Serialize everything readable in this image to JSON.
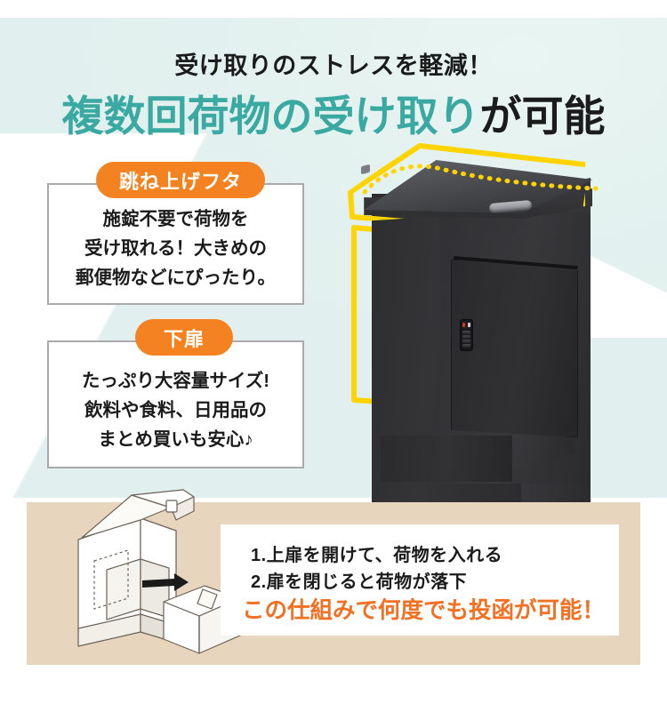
{
  "page": {
    "background_color": "#ffffff",
    "mint_background": "#e4f2f0",
    "beige_panel_color": "#e8d5bd"
  },
  "header": {
    "subheading": "受け取りのストレスを軽減！",
    "heading_highlight": "複数回荷物の受け取り",
    "heading_tail": "が可能",
    "highlight_color": "#3aa9a1",
    "tail_color": "#1b1b1b"
  },
  "features": [
    {
      "badge": "跳ね上げフタ",
      "badge_color": "#f58220",
      "lines": [
        "施錠不要で荷物を",
        "受け取れる！大きめの",
        "郵便物などにぴったり。"
      ]
    },
    {
      "badge": "下扉",
      "badge_color": "#f58220",
      "lines": [
        "たっぷり大容量サイズ!",
        "飲料や食料、日用品の",
        "まとめ買いも安心♪"
      ]
    }
  ],
  "product": {
    "name": "黒い宅配ボックス",
    "highlight_color": "#ffd400",
    "highlights": [
      "跳ね上げフタ",
      "下扉"
    ],
    "lock": "ダイヤル錠"
  },
  "instructions": {
    "steps": [
      "1.上扉を開けて、荷物を入れる",
      "2.扉を閉じると荷物が落下"
    ],
    "tagline": "この仕組みで何度でも投函が可能！",
    "tagline_color": "#f36f21",
    "illustration": "宅配ボックスと荷物の線画"
  }
}
